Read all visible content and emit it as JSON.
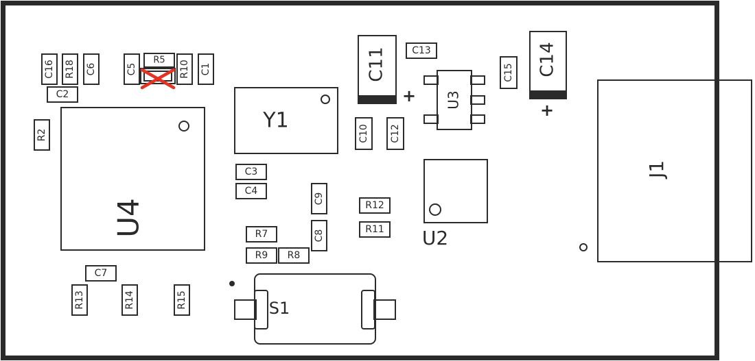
{
  "board": {
    "components": {
      "C16": "C16",
      "R18": "R18",
      "C6": "C6",
      "C5": "C5",
      "R5": "R5",
      "R10": "R10",
      "C1": "C1",
      "C2": "C2",
      "R2": "R2",
      "U4": "U4",
      "C7": "C7",
      "R13": "R13",
      "R14": "R14",
      "R15": "R15",
      "Y1": "Y1",
      "C3": "C3",
      "C4": "C4",
      "C9": "C9",
      "C8": "C8",
      "R7": "R7",
      "R9": "R9",
      "R8": "R8",
      "S1": "S1",
      "C11": "C11",
      "C13": "C13",
      "C10": "C10",
      "C12": "C12",
      "U3": "U3",
      "C15": "C15",
      "C14": "C14",
      "R12": "R12",
      "R11": "R11",
      "U2": "U2",
      "J1": "J1"
    },
    "polarity_mark": "+",
    "colors": {
      "outline": "#2b2b2b",
      "marker": "#e53222",
      "pad_fill": "#2b2b2b"
    }
  }
}
